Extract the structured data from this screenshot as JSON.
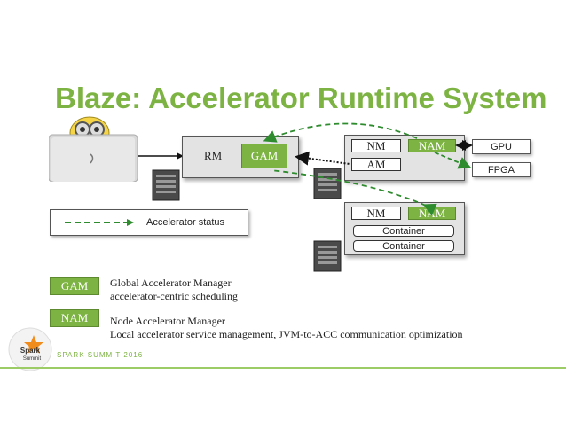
{
  "slide": {
    "title": "Blaze: Accelerator Runtime System",
    "footer_brand": "SPARK SUMMIT 2016",
    "logo_text": "Spark Summit"
  },
  "master": {
    "rm": "RM",
    "gam": "GAM"
  },
  "node1": {
    "nm": "NM",
    "nam": "NAM",
    "am": "AM"
  },
  "node2": {
    "nm": "NM",
    "nam": "NAM",
    "containers": [
      "Container",
      "Container"
    ]
  },
  "devices": [
    "GPU",
    "FPGA"
  ],
  "status_legend": {
    "label": "Accelerator status"
  },
  "legend": [
    {
      "tag": "GAM",
      "lines": [
        "Global Accelerator Manager",
        "accelerator-centric scheduling"
      ]
    },
    {
      "tag": "NAM",
      "lines": [
        "Node Accelerator Manager",
        "Local accelerator service management, JVM-to-ACC communication optimization"
      ]
    }
  ],
  "colors": {
    "accent": "#7cb342",
    "dash": "#2e8b2e"
  }
}
